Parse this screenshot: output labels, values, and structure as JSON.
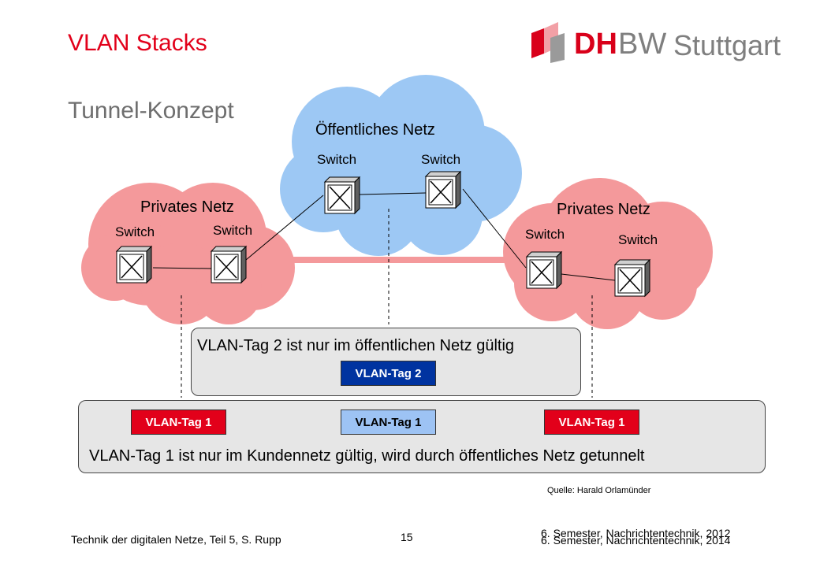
{
  "slide": {
    "title": "VLAN Stacks",
    "subtitle": "Tunnel-Konzept"
  },
  "logo": {
    "brand_bold": "DH",
    "brand_light": "BW",
    "city": "Stuttgart"
  },
  "diagram": {
    "public_cloud": {
      "label": "Öffentliches Netz",
      "switch_labels": [
        "Switch",
        "Switch"
      ]
    },
    "private_left": {
      "label": "Privates Netz",
      "switch_labels": [
        "Switch",
        "Switch"
      ]
    },
    "private_right": {
      "label": "Privates Netz",
      "switch_labels": [
        "Switch",
        "Switch"
      ]
    },
    "box_public": {
      "text": "VLAN-Tag 2 ist nur im öffentlichen Netz gültig",
      "tag": "VLAN-Tag 2"
    },
    "box_customer": {
      "text": "VLAN-Tag 1 ist nur im Kundennetz gültig, wird durch öffentliches Netz getunnelt",
      "tags": [
        "VLAN-Tag 1",
        "VLAN-Tag 1",
        "VLAN-Tag 1"
      ]
    },
    "colors": {
      "private": "#f4999b",
      "public": "#9dc8f4",
      "tag_red": "#e2001a",
      "tag_blue": "#0033a0",
      "tag_light": "#9dc3f4"
    }
  },
  "source": "Quelle: Harald Orlamünder",
  "footer": {
    "left": "Technik der digitalen Netze, Teil 5, S. Rupp",
    "page": "15",
    "right_1": "6. Semester, Nachrichtentechnik, 2012",
    "right_2": "6. Semester, Nachrichtentechnik, 2014"
  }
}
